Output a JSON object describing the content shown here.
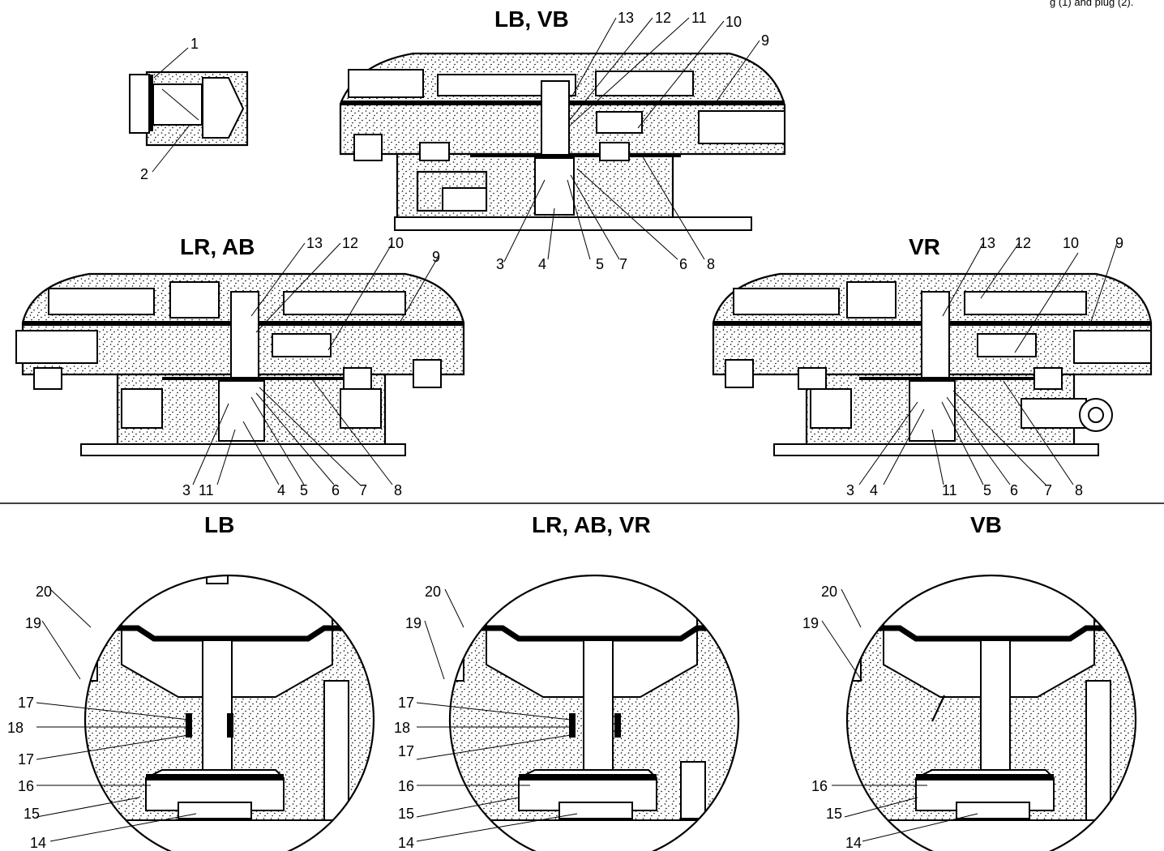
{
  "header_fragment": "g (1) and plug (2).",
  "figures": {
    "plug": {
      "labels": [
        "1",
        "2"
      ]
    },
    "lb_vb": {
      "title": "LB, VB",
      "labels": [
        "13",
        "12",
        "11",
        "10",
        "9",
        "3",
        "4",
        "5",
        "7",
        "6",
        "8"
      ]
    },
    "lr_ab": {
      "title": "LR, AB",
      "labels": [
        "13",
        "12",
        "10",
        "9",
        "3",
        "11",
        "4",
        "5",
        "6",
        "7",
        "8"
      ]
    },
    "vr": {
      "title": "VR",
      "labels": [
        "13",
        "12",
        "10",
        "9",
        "3",
        "4",
        "11",
        "5",
        "6",
        "7",
        "8"
      ]
    },
    "detail_lb": {
      "title": "LB",
      "labels": [
        "20",
        "19",
        "17",
        "18",
        "17",
        "16",
        "15",
        "14"
      ]
    },
    "detail_lr_ab_vr": {
      "title": "LR, AB, VR",
      "labels": [
        "20",
        "19",
        "17",
        "18",
        "17",
        "16",
        "15",
        "14"
      ]
    },
    "detail_vb": {
      "title": "VB",
      "labels": [
        "20",
        "19",
        "16",
        "15",
        "14"
      ]
    }
  }
}
